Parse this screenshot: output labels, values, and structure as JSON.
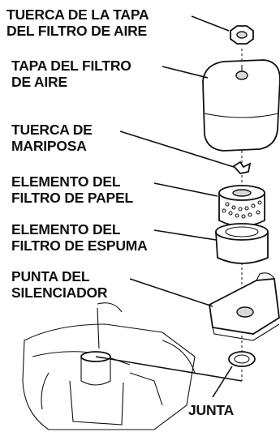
{
  "labels": {
    "nut_cap": [
      "TUERCA DE LA TAPA",
      "DEL FILTRO DE AIRE"
    ],
    "cover": [
      "TAPA DEL FILTRO",
      "DE AIRE"
    ],
    "wing_nut": [
      "TUERCA DE",
      "MARIPOSA"
    ],
    "paper_element": [
      "ELEMENTO DEL",
      "FILTRO DE PAPEL"
    ],
    "foam_element": [
      "ELEMENTO DEL",
      "FILTRO DE ESPUMA"
    ],
    "muffler_tip": [
      "PUNTA DEL",
      "SILENCIADOR"
    ],
    "gasket": [
      "JUNTA"
    ]
  }
}
